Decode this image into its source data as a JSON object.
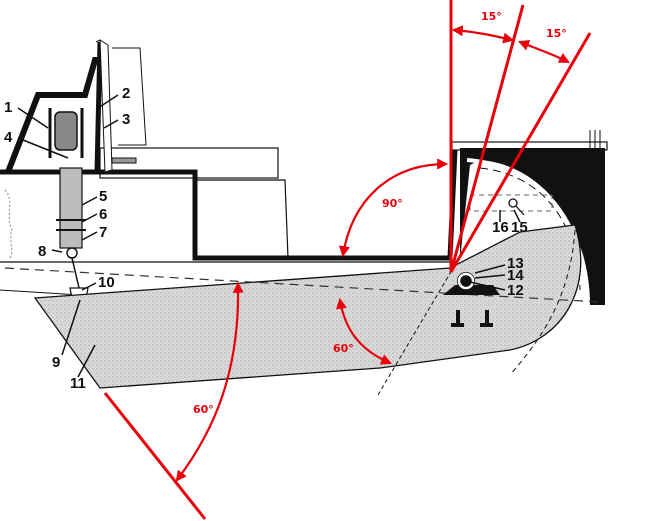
{
  "diagram": {
    "type": "technical mechanical cross-section",
    "subject": "hinged flap / bin door with pivot mechanism and opening angles",
    "colors": {
      "annotation": "#e8000b",
      "line": "#111111",
      "fill": "#d4d4d4",
      "background": "#ffffff"
    },
    "part_labels": [
      {
        "id": "1",
        "text": "1"
      },
      {
        "id": "2",
        "text": "2"
      },
      {
        "id": "3",
        "text": "3"
      },
      {
        "id": "4",
        "text": "4"
      },
      {
        "id": "5",
        "text": "5"
      },
      {
        "id": "6",
        "text": "6"
      },
      {
        "id": "7",
        "text": "7"
      },
      {
        "id": "8",
        "text": "8"
      },
      {
        "id": "9",
        "text": "9"
      },
      {
        "id": "10",
        "text": "10"
      },
      {
        "id": "11",
        "text": "11"
      },
      {
        "id": "12",
        "text": "12"
      },
      {
        "id": "13",
        "text": "13"
      },
      {
        "id": "14",
        "text": "14"
      },
      {
        "id": "15",
        "text": "15"
      },
      {
        "id": "16",
        "text": "16"
      }
    ],
    "angle_annotations": [
      {
        "id": "a15_left",
        "text": "15°"
      },
      {
        "id": "a15_right",
        "text": "15°"
      },
      {
        "id": "a90",
        "text": "90°"
      },
      {
        "id": "a60_inner",
        "text": "60°"
      },
      {
        "id": "a60_outer",
        "text": "60°"
      }
    ]
  }
}
